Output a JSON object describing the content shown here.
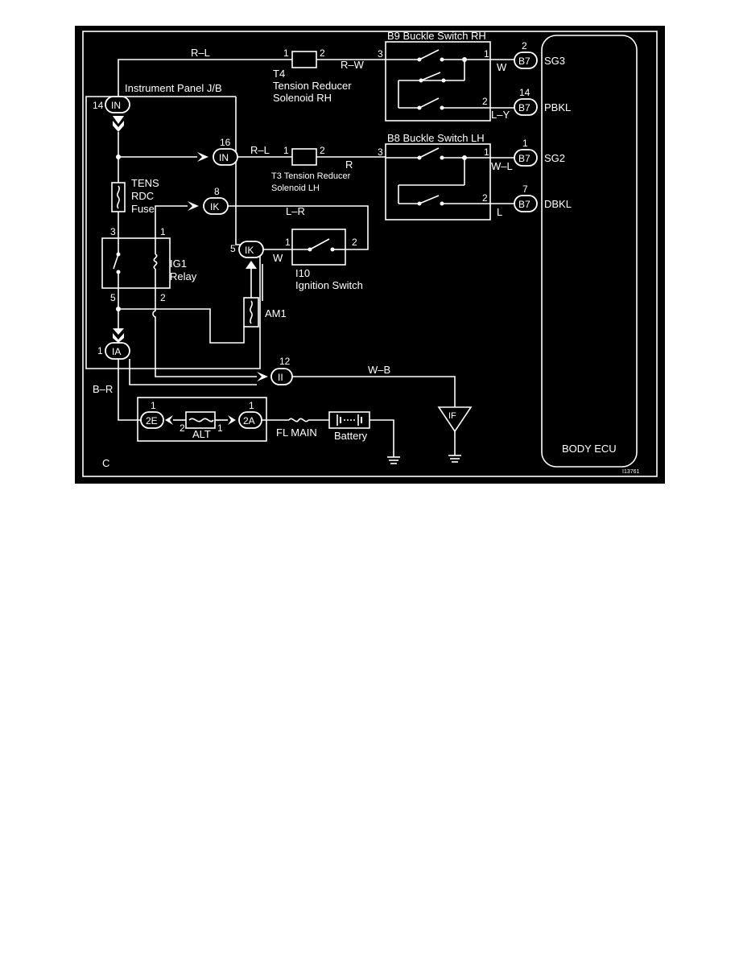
{
  "sheet_label": "C",
  "figure_id": "I13761",
  "body_ecu": {
    "label": "BODY ECU",
    "terminals": [
      {
        "id": "sg3",
        "connector": "B7",
        "pin": "2",
        "name": "SG3"
      },
      {
        "id": "pbkl",
        "connector": "B7",
        "pin": "14",
        "name": "PBKL"
      },
      {
        "id": "sg2",
        "connector": "B7",
        "pin": "1",
        "name": "SG2"
      },
      {
        "id": "dbkl",
        "connector": "B7",
        "pin": "7",
        "name": "DBKL"
      }
    ]
  },
  "instrument_panel_jb": {
    "label": "Instrument Panel J/B",
    "connectors": [
      {
        "id": "in14",
        "name": "IN",
        "pin": "14"
      },
      {
        "id": "in16",
        "name": "IN",
        "pin": "16"
      },
      {
        "id": "ik8",
        "name": "IK",
        "pin": "8"
      },
      {
        "id": "ik5",
        "name": "IK",
        "pin": "5"
      },
      {
        "id": "ia1",
        "name": "IA",
        "pin": "1"
      },
      {
        "id": "ii12",
        "name": "II",
        "pin": "12"
      }
    ]
  },
  "components": {
    "b9": {
      "label": "B9 Buckle Switch RH",
      "pins": [
        "3",
        "1",
        "2"
      ]
    },
    "b8": {
      "label": "B8 Buckle Switch LH",
      "pins": [
        "3",
        "1",
        "2"
      ]
    },
    "t4": {
      "id_label": "T4",
      "label1": "Tension Reducer",
      "label2": "Solenoid RH",
      "pins": [
        "1",
        "2"
      ]
    },
    "t3": {
      "label1": "T3 Tension Reducer",
      "label2": "Solenoid LH",
      "pins": [
        "1",
        "2"
      ]
    },
    "tens_fuse": {
      "line1": "TENS",
      "line2": "RDC",
      "line3": "Fuse"
    },
    "ig1_relay": {
      "line1": "IG1",
      "line2": "Relay",
      "pins": [
        "3",
        "1",
        "5",
        "2"
      ]
    },
    "ignition_switch": {
      "id_label": "I10",
      "label": "Ignition Switch",
      "pins": [
        "1",
        "2"
      ]
    },
    "am1": {
      "label": "AM1"
    },
    "alt": {
      "label": "ALT",
      "pins": [
        "2",
        "1"
      ],
      "conn_2e": "2E",
      "conn_2e_pin": "1",
      "conn_2a": "2A",
      "conn_2a_pin": "1"
    },
    "fl_main": {
      "label": "FL MAIN"
    },
    "battery": {
      "label": "Battery"
    },
    "ground_if": {
      "label": "IF"
    }
  },
  "wires": {
    "rl_top": "R–L",
    "rw": "R–W",
    "w_sg3": "W",
    "ly": "L–Y",
    "rl_mid": "R–L",
    "r": "R",
    "wl": "W–L",
    "l": "L",
    "lr": "L–R",
    "w_ign": "W",
    "wb": "W–B",
    "br": "B–R"
  }
}
